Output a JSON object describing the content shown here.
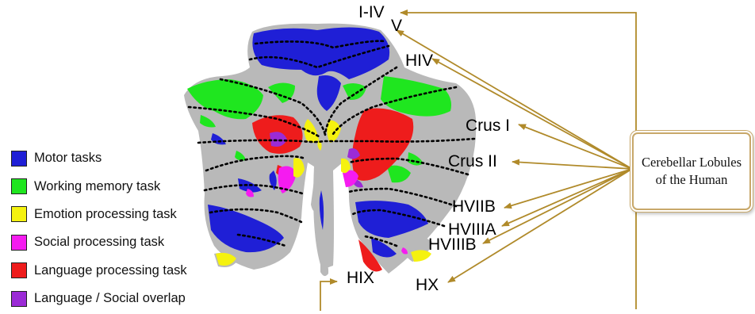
{
  "legend": [
    {
      "label": "Motor tasks",
      "color": "#1f1fd6"
    },
    {
      "label": "Working memory task",
      "color": "#1fe61f"
    },
    {
      "label": "Emotion processing task",
      "color": "#f5f20f"
    },
    {
      "label": "Social processing task",
      "color": "#f51bf0"
    },
    {
      "label": "Language processing task",
      "color": "#ee1c1c"
    },
    {
      "label": "Language / Social overlap",
      "color": "#9b2bd6"
    }
  ],
  "lobules": {
    "i_iv": "I-IV",
    "v": "V",
    "hiv": "HIV",
    "crus_i": "Crus I",
    "crus_ii": "Crus II",
    "hviib": "HVIIB",
    "hviiia": "HVIIIA",
    "hviiib": "HVIIIB",
    "hx": "HX",
    "hix": "HIX"
  },
  "callout": {
    "text": "Cerebellar Lobules of the Human"
  },
  "colors": {
    "arrow": "#b08a2a",
    "brain_gray": "#b9b9b9"
  }
}
